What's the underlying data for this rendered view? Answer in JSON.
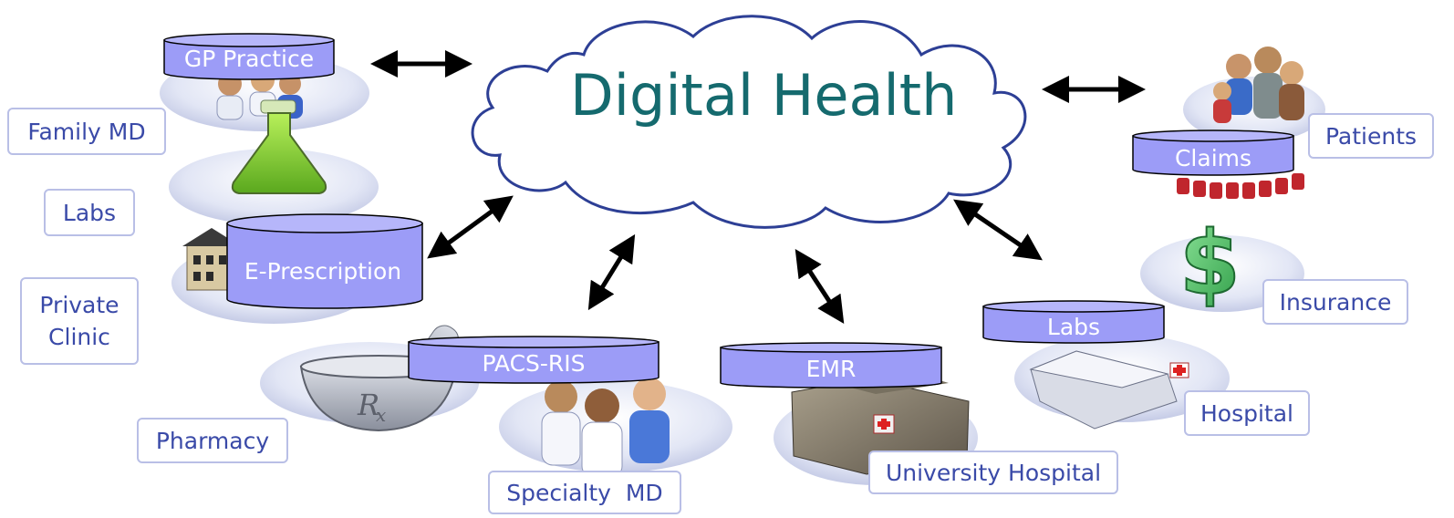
{
  "diagram": {
    "title": "Digital Health",
    "databases": [
      {
        "id": "gp-practice",
        "label": "GP Practice"
      },
      {
        "id": "e-prescription",
        "label": "E-Prescription"
      },
      {
        "id": "pacs-ris",
        "label": "PACS-RIS"
      },
      {
        "id": "emr",
        "label": "EMR"
      },
      {
        "id": "labs",
        "label": "Labs"
      },
      {
        "id": "claims",
        "label": "Claims"
      }
    ],
    "labels": {
      "family_md": "Family MD",
      "labs": "Labs",
      "private_clinic_line1": "Private",
      "private_clinic_line2": "Clinic",
      "pharmacy": "Pharmacy",
      "specialty_md": "Specialty  MD",
      "university_hospital": "University Hospital",
      "hospital": "Hospital",
      "insurance": "Insurance",
      "patients": "Patients"
    },
    "icons": [
      "flask-icon",
      "doctors-icon",
      "clinic-building-icon",
      "mortar-pestle-rx-icon",
      "specialists-icon",
      "university-hospital-icon",
      "hospital-building-icon",
      "dollar-sign-icon",
      "patients-family-icon",
      "pill-bottles-icon"
    ],
    "colors": {
      "cylinder_fill": "#9c9cf7",
      "cylinder_top": "#b6b6fa",
      "cloud_stroke": "#2d3f95",
      "title_color": "#156a6e",
      "label_text": "#3a4aa8",
      "label_border": "#b9bfe6"
    }
  }
}
